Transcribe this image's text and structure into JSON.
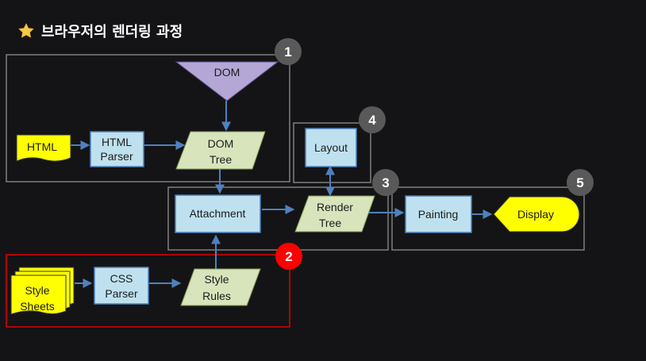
{
  "title": "브라우저의 렌더링 과정",
  "title_icon": "star-icon",
  "colors": {
    "background": "#141416",
    "process_box": "#bfe1ef",
    "data_shape": "#d8e4bc",
    "io_shape": "#ffff00",
    "dom_triangle": "#b4a7d6",
    "arrow": "#4f81bd",
    "group_border": "#7f7f7f",
    "highlight_border": "#e00000",
    "badge_gray": "#595959",
    "badge_red": "#ff0000"
  },
  "nodes": {
    "dom": "DOM",
    "html": "HTML",
    "html_parser": [
      "HTML",
      "Parser"
    ],
    "dom_tree": [
      "DOM",
      "Tree"
    ],
    "layout": "Layout",
    "attachment": "Attachment",
    "render_tree": [
      "Render",
      "Tree"
    ],
    "painting": "Painting",
    "display": "Display",
    "style_sheets": [
      "Style",
      "Sheets"
    ],
    "css_parser": [
      "CSS",
      "Parser"
    ],
    "style_rules": [
      "Style",
      "Rules"
    ]
  },
  "badges": {
    "b1": "1",
    "b2": "2",
    "b3": "3",
    "b4": "4",
    "b5": "5"
  }
}
